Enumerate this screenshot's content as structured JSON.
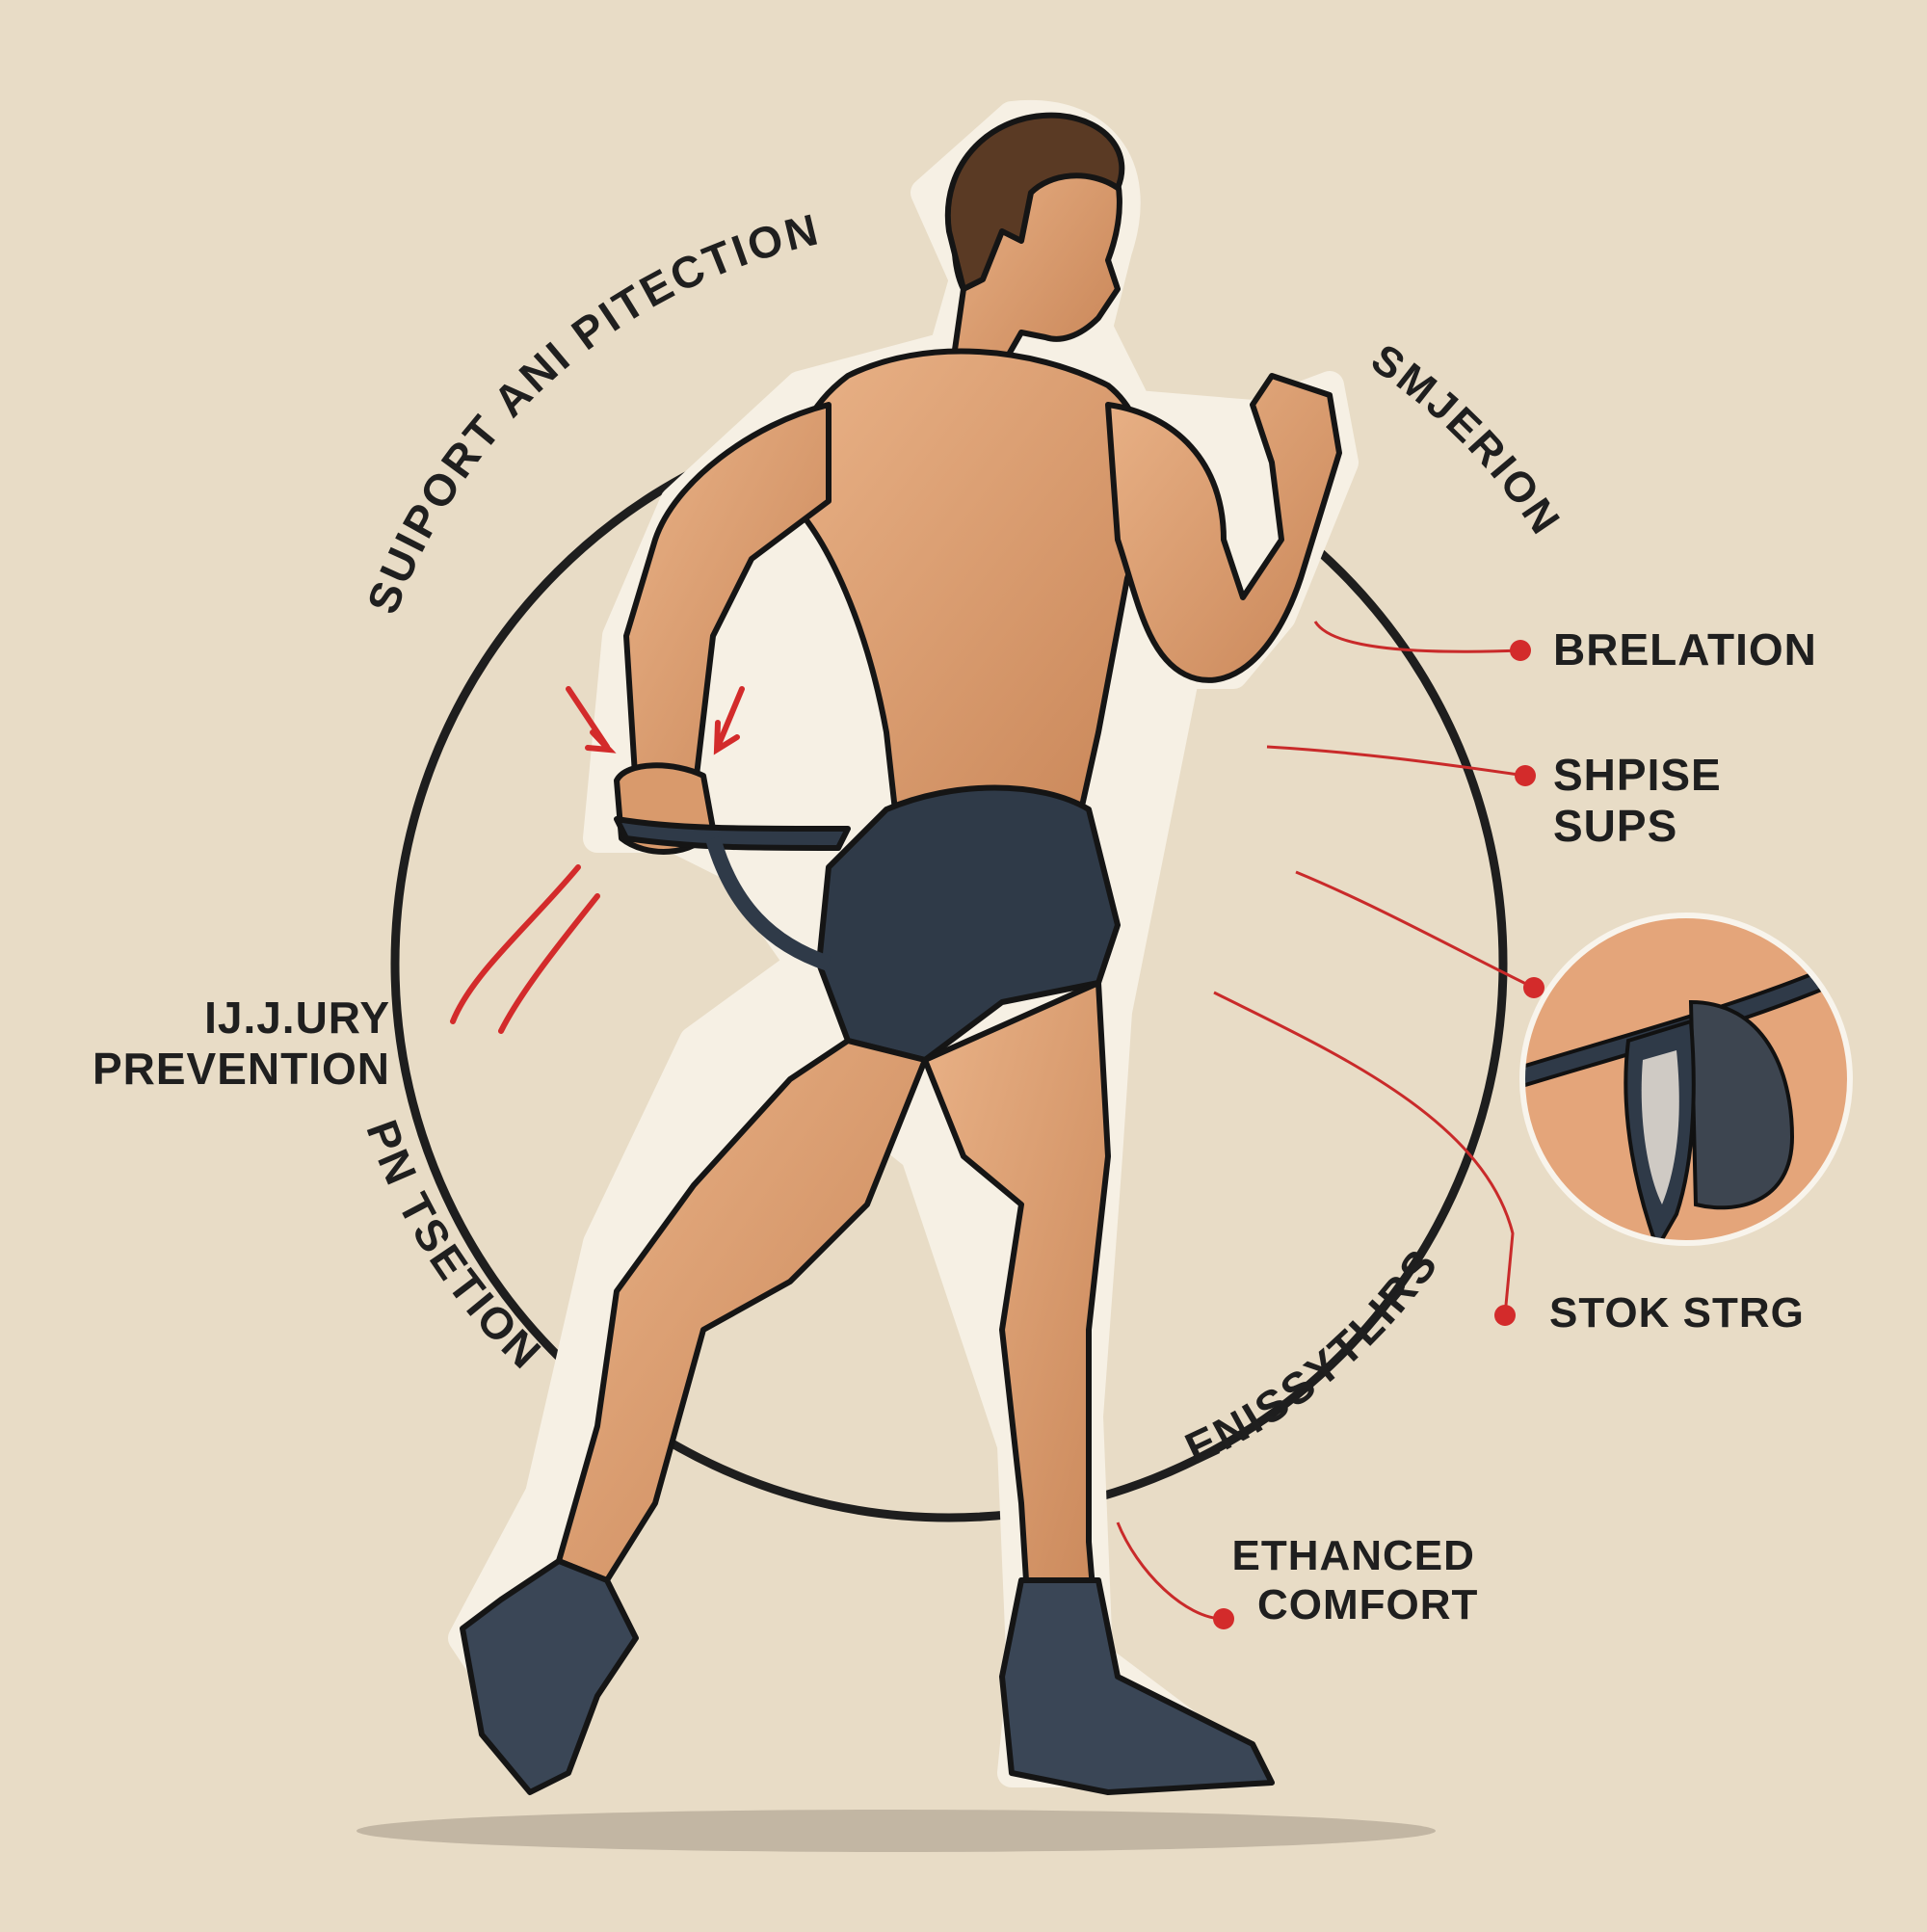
{
  "infographic": {
    "background_color": "#e8dcc6",
    "accent_color": "#d32b2b",
    "garment_color": "#2f3a48",
    "skin_color": "#d99a6c",
    "hair_color": "#5a3a24",
    "arc_labels": {
      "top_left": "SUIPORT ANI PITECTION",
      "top_right": "SMJERION",
      "bottom_left": "PN TSETION",
      "bottom_right": "ENISSYTLIRS"
    },
    "callouts": [
      {
        "id": "breathability",
        "lines": [
          "BRELATION"
        ]
      },
      {
        "id": "shape",
        "lines": [
          "SHPISE",
          "SUPS"
        ]
      },
      {
        "id": "inset",
        "lines": []
      },
      {
        "id": "strength",
        "lines": [
          "STOK STRG"
        ]
      },
      {
        "id": "comfort",
        "lines": [
          "ETHANCED",
          "COMFORT"
        ]
      }
    ],
    "left_label": {
      "lines": [
        "IJ.J.URY",
        "PREVENTION"
      ]
    },
    "inset": {
      "description": "close-up of waistband strap and pouch"
    }
  }
}
